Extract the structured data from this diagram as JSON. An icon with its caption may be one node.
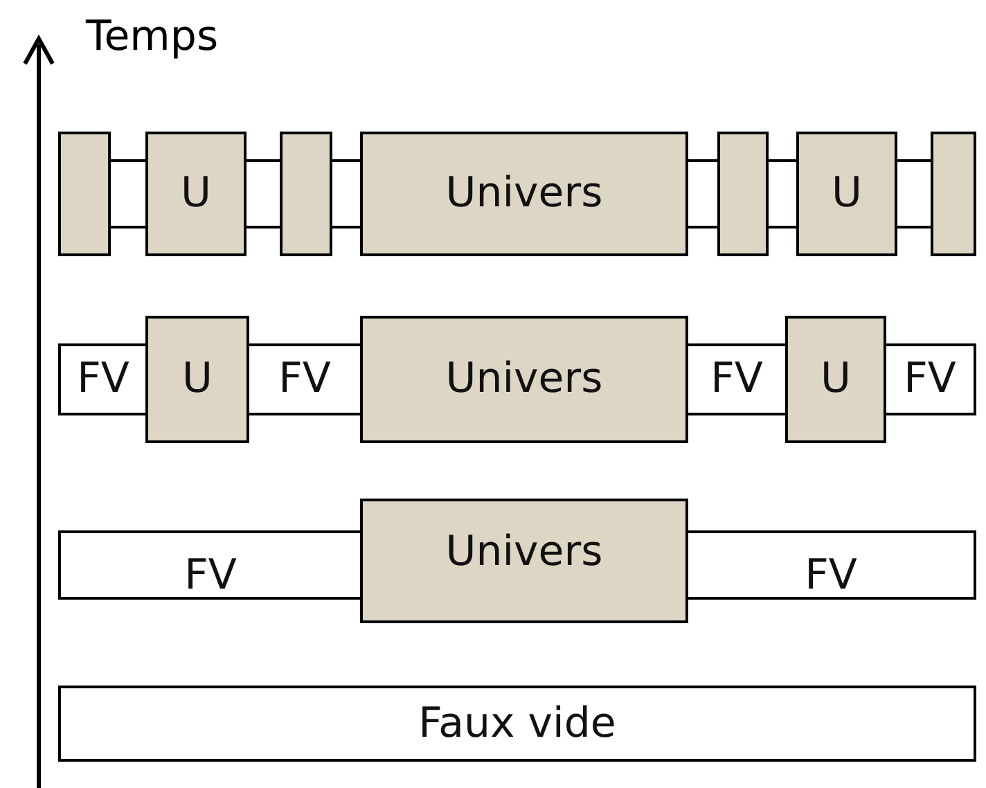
{
  "diagram": {
    "nodes": [
      {
        "text": [],
        "shape": "box"
      },
      {
        "text": [],
        "shape": "box"
      },
      {
        "text": [
          "U"
        ]
      },
      {
        "text": [],
        "shape": "box"
      },
      {
        "text": [],
        "shape": "box"
      },
      {
        "text": [],
        "shape": "box"
      },
      {
        "text": [
          "Univers"
        ]
      },
      {
        "text": [],
        "shape": "box"
      },
      {
        "text": [],
        "shape": "box"
      },
      {
        "text": [],
        "shape": "box"
      },
      {
        "text": [
          "U"
        ]
      },
      {
        "text": [],
        "shape": "box"
      },
      {
        "text": [],
        "shape": "box"
      },
      {
        "text": [
          "FV"
        ]
      },
      {
        "text": [
          "U"
        ]
      },
      {
        "text": [
          "FV"
        ]
      },
      {
        "text": [
          "Univers"
        ]
      },
      {
        "text": [
          "FV"
        ]
      },
      {
        "text": [
          "U"
        ]
      },
      {
        "text": [
          "FV"
        ]
      },
      {
        "text": [
          "FV"
        ]
      },
      {
        "text": [
          "Univers"
        ]
      },
      {
        "text": [
          "FV"
        ]
      },
      {
        "text": [
          "Faux vide"
        ]
      }
    ],
    "labels": [
      "Temps"
    ]
  }
}
